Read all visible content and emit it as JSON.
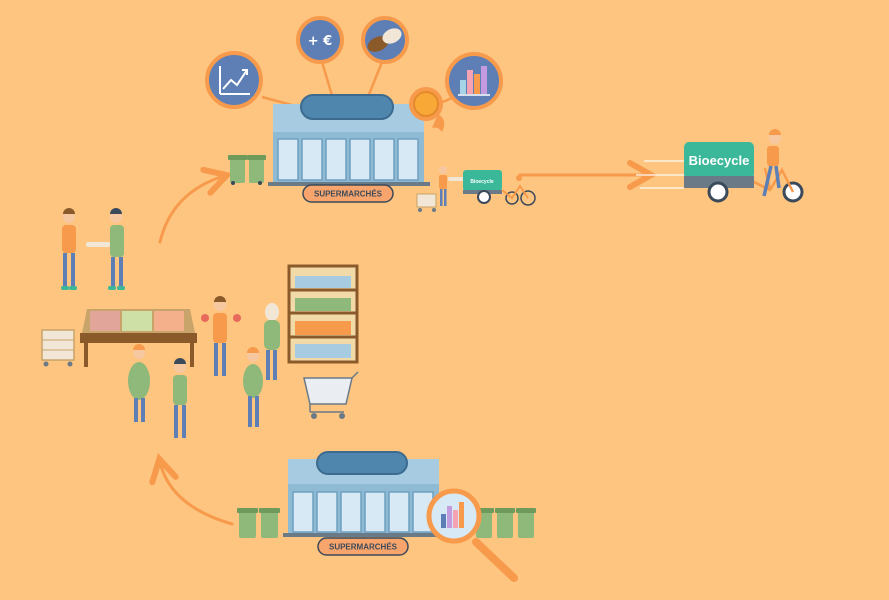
{
  "labels": {
    "store_top": "SUPERMARCHÉS",
    "store_bottom": "SUPERMARCHÉS"
  },
  "logos": {
    "truck_big": "Bioecycle",
    "truck_small": "Bioecycle"
  },
  "icons": {
    "growth": "chart-growth-icon",
    "euro": "plus-euro-icon",
    "hands": "handshake-icon",
    "bars": "bar-chart-icon",
    "badge": "award-badge-icon",
    "magnifier": "magnifier-chart-icon"
  },
  "symbols": {
    "plus_euro": "+ €"
  },
  "colors": {
    "background": "#fdc57f",
    "accent_orange": "#f79a4c",
    "store_blue": "#8fbad3",
    "awning_blue": "#4f86ad",
    "bin_green": "#8fb97a",
    "truck_teal": "#3bb89a",
    "icon_blue": "#5d7fb5"
  }
}
